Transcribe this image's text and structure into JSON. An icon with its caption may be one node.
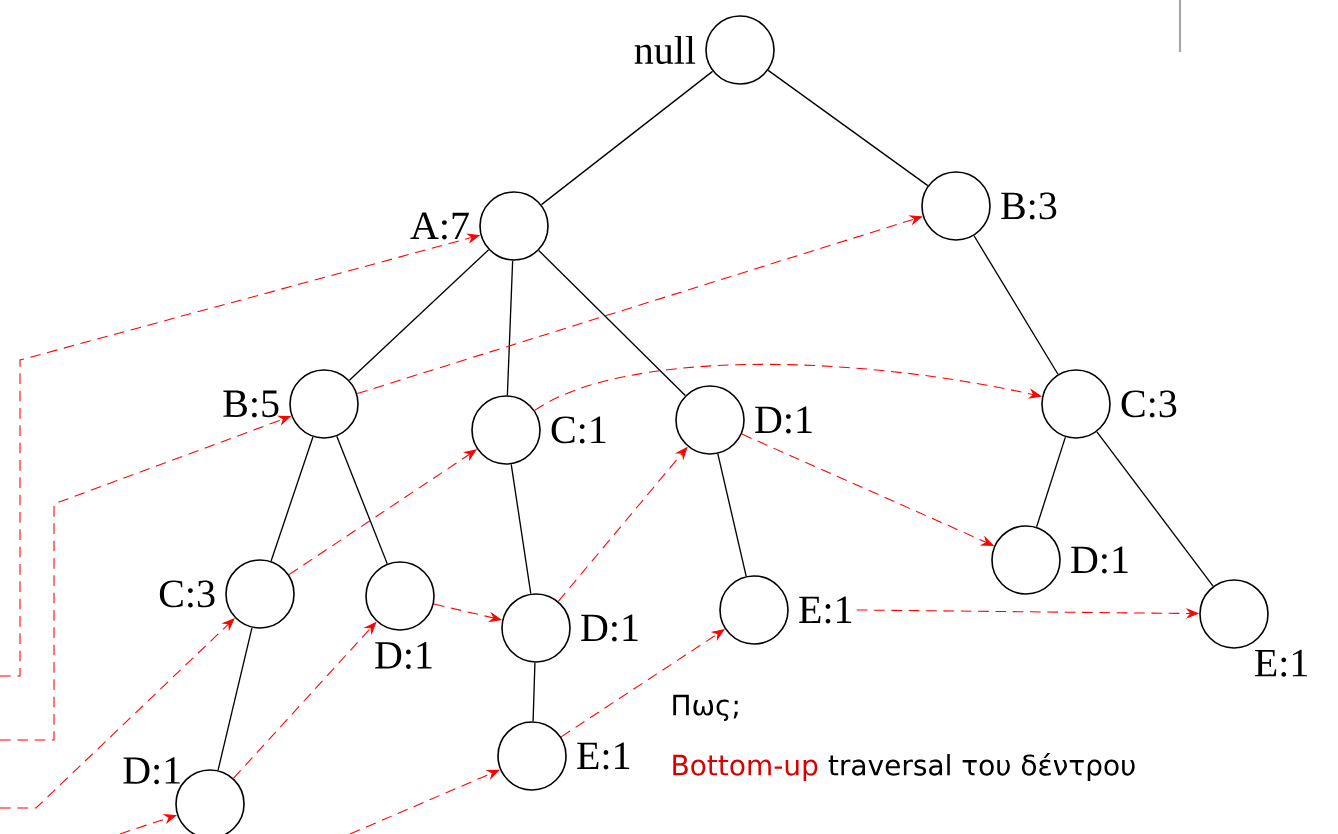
{
  "diagram": {
    "nodes": [
      {
        "text": [],
        "shape": "circle",
        "beside": [
          "null"
        ]
      },
      {
        "text": [],
        "shape": "circle",
        "beside": [
          "A:7"
        ]
      },
      {
        "text": [],
        "shape": "circle",
        "beside": [
          "B:3"
        ]
      },
      {
        "text": [],
        "shape": "circle",
        "beside": [
          "B:5"
        ]
      },
      {
        "text": [],
        "shape": "circle",
        "beside": [
          "C:1"
        ]
      },
      {
        "text": [],
        "shape": "circle",
        "beside": [
          "D:1"
        ]
      },
      {
        "text": [],
        "shape": "circle",
        "beside": [
          "C:3"
        ]
      },
      {
        "text": [],
        "shape": "circle",
        "beside": [
          "C:3"
        ]
      },
      {
        "text": [],
        "shape": "circle",
        "beside": [
          "D:1"
        ]
      },
      {
        "text": [],
        "shape": "circle",
        "beside": [
          "D:1"
        ]
      },
      {
        "text": [],
        "shape": "circle",
        "beside": [
          "E:1"
        ]
      },
      {
        "text": [],
        "shape": "circle",
        "beside": [
          "D:1"
        ]
      },
      {
        "text": [],
        "shape": "circle",
        "beside": [
          "E:1"
        ]
      },
      {
        "text": [],
        "shape": "circle",
        "beside": [
          "D:1"
        ]
      },
      {
        "text": [],
        "shape": "circle",
        "beside": [
          "E:1"
        ]
      }
    ],
    "edges": [
      {
        "from": 0,
        "to": 1,
        "arrow": "none"
      },
      {
        "from": 0,
        "to": 2,
        "arrow": "none"
      },
      {
        "from": 1,
        "to": 3,
        "arrow": "none"
      },
      {
        "from": 1,
        "to": 4,
        "arrow": "none"
      },
      {
        "from": 1,
        "to": 5,
        "arrow": "none"
      },
      {
        "from": 3,
        "to": 7,
        "arrow": "none"
      },
      {
        "from": 3,
        "to": 8,
        "arrow": "none"
      },
      {
        "from": 4,
        "to": 9,
        "arrow": "none"
      },
      {
        "from": 9,
        "to": 14,
        "arrow": "none"
      },
      {
        "from": 5,
        "to": 10,
        "arrow": "none"
      },
      {
        "from": 2,
        "to": 6,
        "arrow": "none"
      },
      {
        "from": 6,
        "to": 11,
        "arrow": "none"
      },
      {
        "from": 6,
        "to": 12,
        "arrow": "none"
      },
      {
        "from": 7,
        "to": 13,
        "arrow": "none"
      },
      {
        "from": null,
        "to": 1,
        "arrow": "to",
        "style": "dashed",
        "color": "#ff0000"
      },
      {
        "from": null,
        "to": 3,
        "arrow": "to",
        "style": "dashed",
        "color": "#ff0000"
      },
      {
        "from": null,
        "to": 7,
        "arrow": "to",
        "style": "dashed",
        "color": "#ff0000"
      },
      {
        "from": null,
        "to": 13,
        "arrow": "to",
        "style": "dashed",
        "color": "#ff0000"
      },
      {
        "from": null,
        "to": 14,
        "arrow": "to",
        "style": "dashed",
        "color": "#ff0000"
      },
      {
        "from": 3,
        "to": 2,
        "arrow": "to",
        "style": "dashed",
        "color": "#ff0000"
      },
      {
        "from": 7,
        "to": 4,
        "arrow": "to",
        "style": "dashed",
        "color": "#ff0000"
      },
      {
        "from": 4,
        "to": 6,
        "arrow": "to",
        "style": "dashed",
        "color": "#ff0000"
      },
      {
        "from": 13,
        "to": 8,
        "arrow": "to",
        "style": "dashed",
        "color": "#ff0000"
      },
      {
        "from": 8,
        "to": 9,
        "arrow": "to",
        "style": "dashed",
        "color": "#ff0000"
      },
      {
        "from": 9,
        "to": 5,
        "arrow": "to",
        "style": "dashed",
        "color": "#ff0000"
      },
      {
        "from": 5,
        "to": 11,
        "arrow": "to",
        "style": "dashed",
        "color": "#ff0000"
      },
      {
        "from": 14,
        "to": 10,
        "arrow": "to",
        "style": "dashed",
        "color": "#ff0000"
      },
      {
        "from": 10,
        "to": 12,
        "arrow": "to",
        "style": "dashed",
        "color": "#ff0000"
      }
    ],
    "labels": [
      "Πως;",
      "Bottom-up",
      "traversal του δέντρου"
    ]
  }
}
